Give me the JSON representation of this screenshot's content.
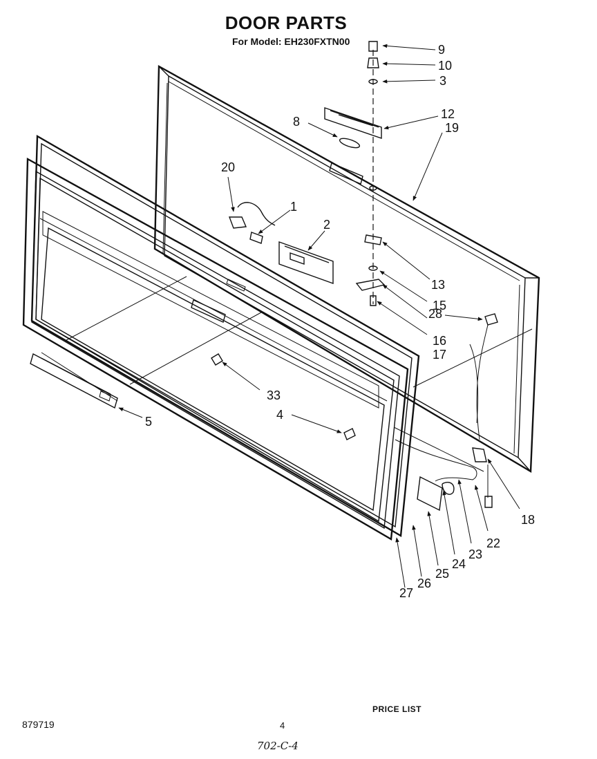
{
  "title": "DOOR PARTS",
  "subtitle": "For Model: EH230FXTN00",
  "footer": {
    "doc_number": "879719",
    "page": "4",
    "price_list": "PRICE LIST",
    "handwritten": "702-C-4"
  },
  "callouts": [
    {
      "id": "c9",
      "label": "9"
    },
    {
      "id": "c10",
      "label": "10"
    },
    {
      "id": "c3",
      "label": "3"
    },
    {
      "id": "c12",
      "label": "12"
    },
    {
      "id": "c19",
      "label": "19"
    },
    {
      "id": "c8",
      "label": "8"
    },
    {
      "id": "c20",
      "label": "20"
    },
    {
      "id": "c1",
      "label": "1"
    },
    {
      "id": "c2",
      "label": "2"
    },
    {
      "id": "c13",
      "label": "13"
    },
    {
      "id": "c28",
      "label": "28"
    },
    {
      "id": "c15",
      "label": "15"
    },
    {
      "id": "c16",
      "label": "16"
    },
    {
      "id": "c17",
      "label": "17"
    },
    {
      "id": "c33",
      "label": "33"
    },
    {
      "id": "c4",
      "label": "4"
    },
    {
      "id": "c5",
      "label": "5"
    },
    {
      "id": "c18",
      "label": "18"
    },
    {
      "id": "c22",
      "label": "22"
    },
    {
      "id": "c23",
      "label": "23"
    },
    {
      "id": "c24",
      "label": "24"
    },
    {
      "id": "c25",
      "label": "25"
    },
    {
      "id": "c26",
      "label": "26"
    },
    {
      "id": "c27",
      "label": "27"
    }
  ]
}
